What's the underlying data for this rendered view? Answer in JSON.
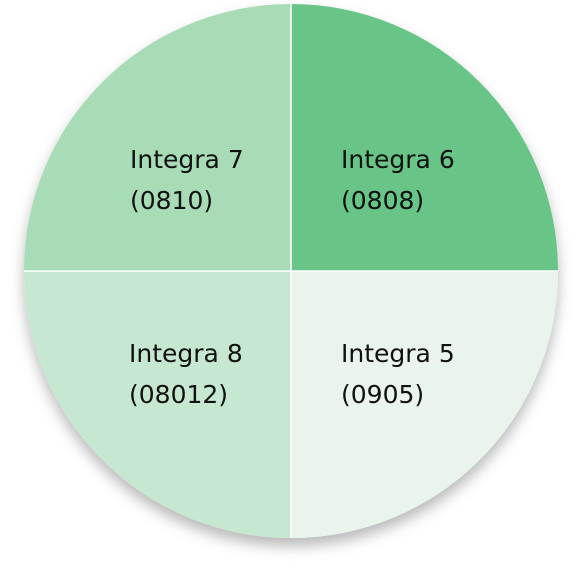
{
  "quadrants": {
    "top_left": {
      "name": "Integra 7",
      "code": "(0810)",
      "color": "#a8dcb7"
    },
    "top_right": {
      "name": "Integra 6",
      "code": "(0808)",
      "color": "#67c587"
    },
    "bottom_left": {
      "name": "Integra 8",
      "code": "(08012)",
      "color": "#c6e8d0"
    },
    "bottom_right": {
      "name": "Integra 5",
      "code": "(0905)",
      "color": "#e9f5ec"
    }
  },
  "divider_color": "#ffffff"
}
